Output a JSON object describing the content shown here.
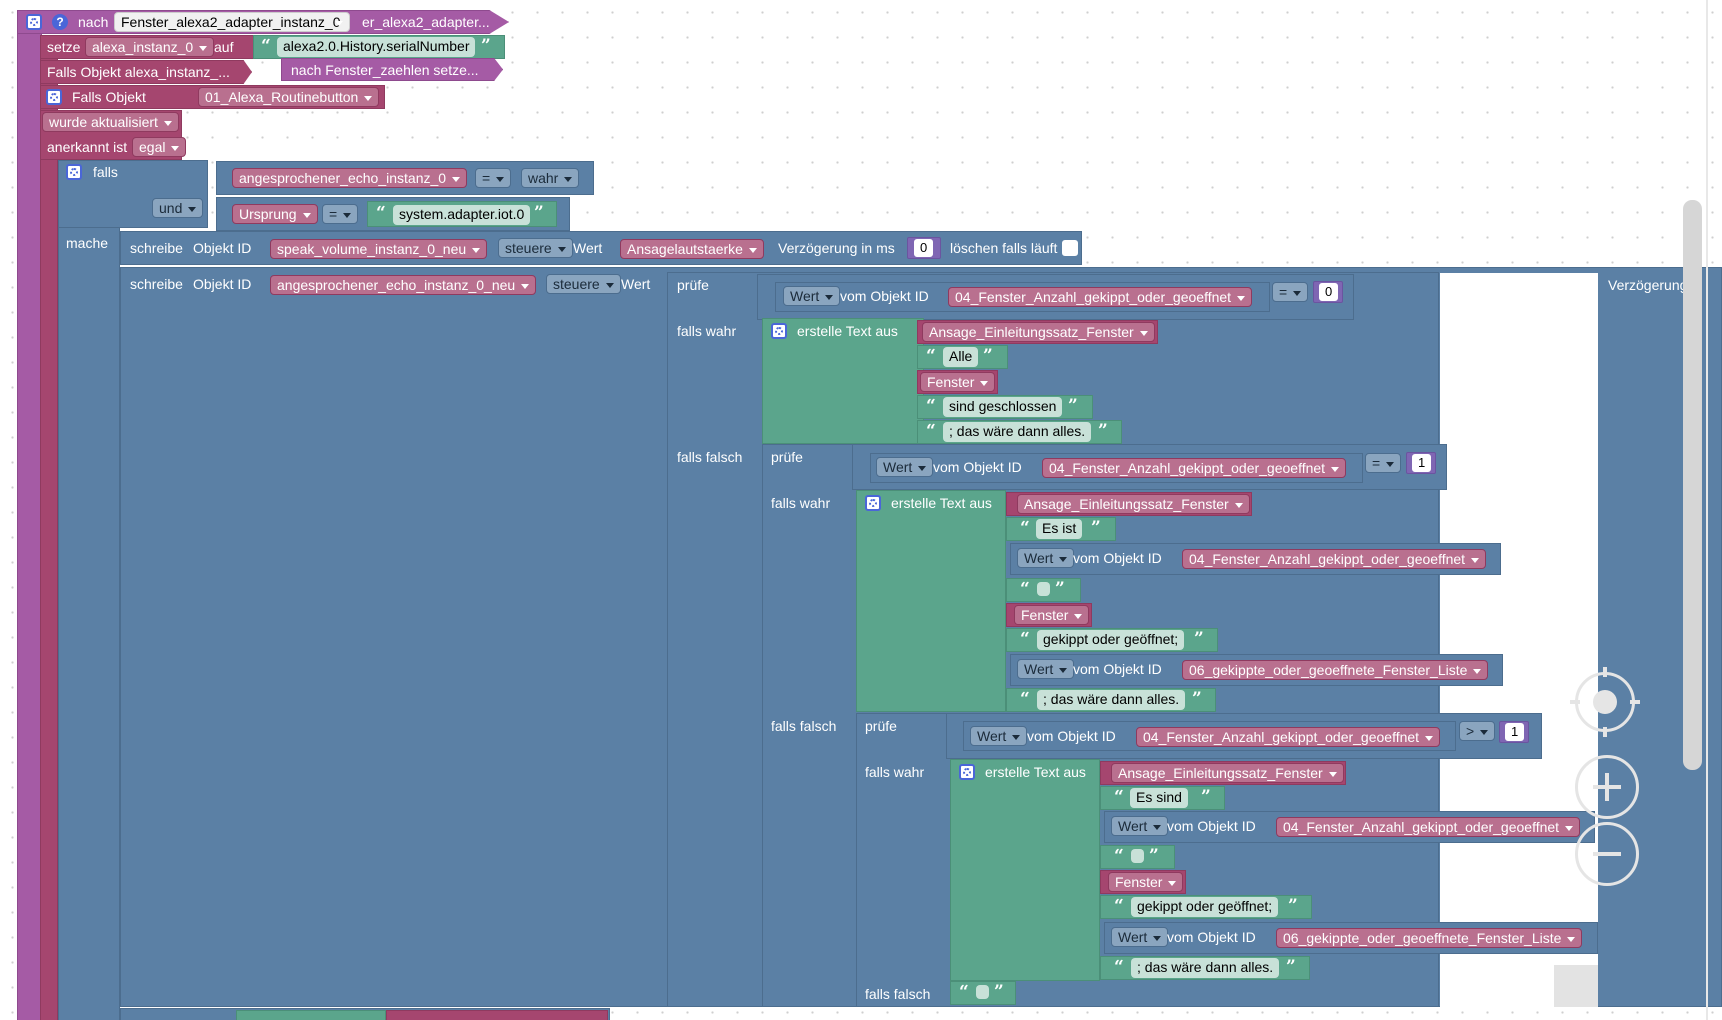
{
  "header": {
    "prefix": "nach",
    "function_name": "Fenster_alexa2_adapter_instanz_0",
    "hidden_call": "er_alexa2_adapter...",
    "help_symbol": "?"
  },
  "set_var": {
    "label": "setze",
    "variable": "alexa_instanz_0",
    "to": "auf",
    "value": "alexa2.0.History.serialNumber"
  },
  "collapsed": {
    "falls_objekt": "Falls Objekt alexa_instanz_...",
    "call": "nach Fenster_zaehlen  setze..."
  },
  "trigger": {
    "label": "Falls Objekt",
    "object": "01_Alexa_Routinebutton",
    "updated": "wurde aktualisiert",
    "ack_label": "anerkannt ist",
    "ack_value": "egal"
  },
  "condition": {
    "if_label": "falls",
    "left1": "angesprochener_echo_instanz_0",
    "op1": "=",
    "right1": "wahr",
    "join": "und",
    "left2": "Ursprung",
    "op2": "=",
    "right2": "system.adapter.iot.0"
  },
  "do_label": "mache",
  "write1": {
    "label": "schreibe",
    "obj_label": "Objekt ID",
    "object": "speak_volume_instanz_0_neu",
    "mode": "steuere",
    "value_label": "Wert",
    "value": "Ansagelautstaerke",
    "delay_label": "Verzögerung in ms",
    "delay": "0",
    "clear_label": "löschen falls läuft"
  },
  "write2": {
    "label": "schreibe",
    "obj_label": "Objekt ID",
    "object": "angesprochener_echo_instanz_0_neu",
    "mode": "steuere",
    "value_label": "Wert",
    "delay_label": "Verzögerung"
  },
  "ternary1": {
    "check": "prüfe",
    "wert": "Wert",
    "from_obj": "vom Objekt ID",
    "object": "04_Fenster_Anzahl_gekippt_oder_geoeffnet",
    "op": "=",
    "value": "0",
    "true_label": "falls wahr",
    "false_label": "falls falsch",
    "text_label": "erstelle Text aus",
    "items": {
      "intro": "Ansage_Einleitungssatz_Fenster",
      "t1": "Alle",
      "var": "Fenster",
      "t2": "sind geschlossen",
      "t3": "; das wäre dann alles."
    }
  },
  "ternary2": {
    "check": "prüfe",
    "wert": "Wert",
    "from_obj": "vom Objekt ID",
    "object": "04_Fenster_Anzahl_gekippt_oder_geoeffnet",
    "op": "=",
    "value": "1",
    "true_label": "falls wahr",
    "false_label": "falls falsch",
    "text_label": "erstelle Text aus",
    "items": {
      "intro": "Ansage_Einleitungssatz_Fenster",
      "t1": "Es ist",
      "wert": "Wert",
      "from_obj": "vom Objekt ID",
      "obj1": "04_Fenster_Anzahl_gekippt_oder_geoeffnet",
      "var": "Fenster",
      "t2": "gekippt oder geöffnet;",
      "obj2": "06_gekippte_oder_geoeffnete_Fenster_Liste",
      "t3": "; das wäre dann alles."
    }
  },
  "ternary3": {
    "check": "prüfe",
    "wert": "Wert",
    "from_obj": "vom Objekt ID",
    "object": "04_Fenster_Anzahl_gekippt_oder_geoeffnet",
    "op": ">",
    "value": "1",
    "true_label": "falls wahr",
    "false_label": "falls falsch",
    "text_label": "erstelle Text aus",
    "items": {
      "intro": "Ansage_Einleitungssatz_Fenster",
      "t1": "Es sind",
      "wert": "Wert",
      "from_obj": "vom Objekt ID",
      "obj1": "04_Fenster_Anzahl_gekippt_oder_geoeffnet",
      "var": "Fenster",
      "t2": "gekippt oder geöffnet;",
      "obj2": "06_gekippte_oder_geoeffnete_Fenster_Liste",
      "t3": "; das wäre dann alles."
    }
  },
  "colors": {
    "procedure": "#a55ba5",
    "trigger": "#a5466f",
    "logic": "#5b80a5",
    "text": "#5ba58c",
    "math": "#7f66b3"
  },
  "icons": [
    "gear-icon",
    "help-icon",
    "quote-icon",
    "zoom-in-icon",
    "zoom-out-icon",
    "recenter-icon"
  ]
}
